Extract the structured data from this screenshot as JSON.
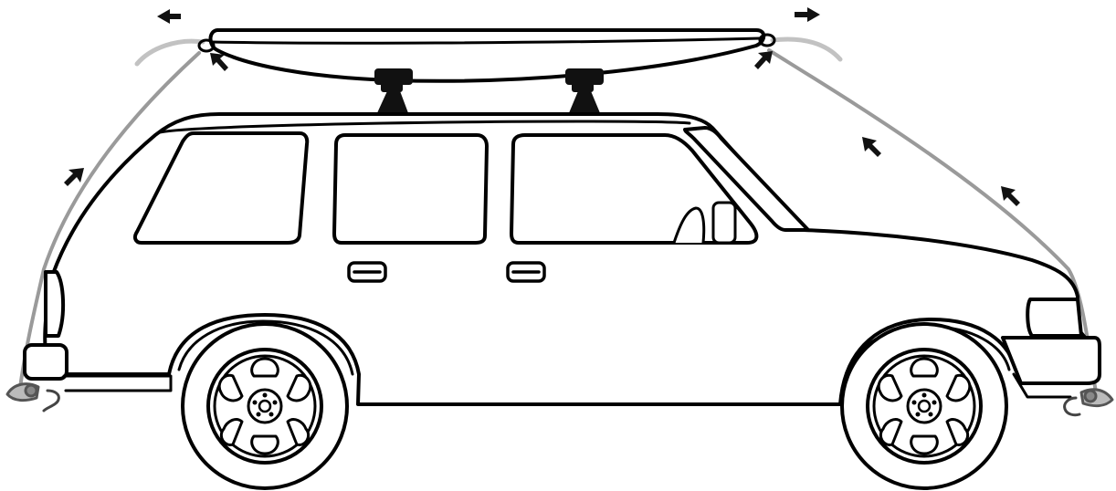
{
  "diagram": {
    "subject": "",
    "colors": {
      "outline": "#000000",
      "strap": "#9a9a9a",
      "strap_light": "#bdbdbd",
      "arrow": "#111111",
      "fill": "#ffffff"
    },
    "icons": [
      "car-outline",
      "kayak",
      "roof-rack-tower",
      "tie-down-strap",
      "direction-arrow",
      "hook",
      "wheel"
    ]
  }
}
